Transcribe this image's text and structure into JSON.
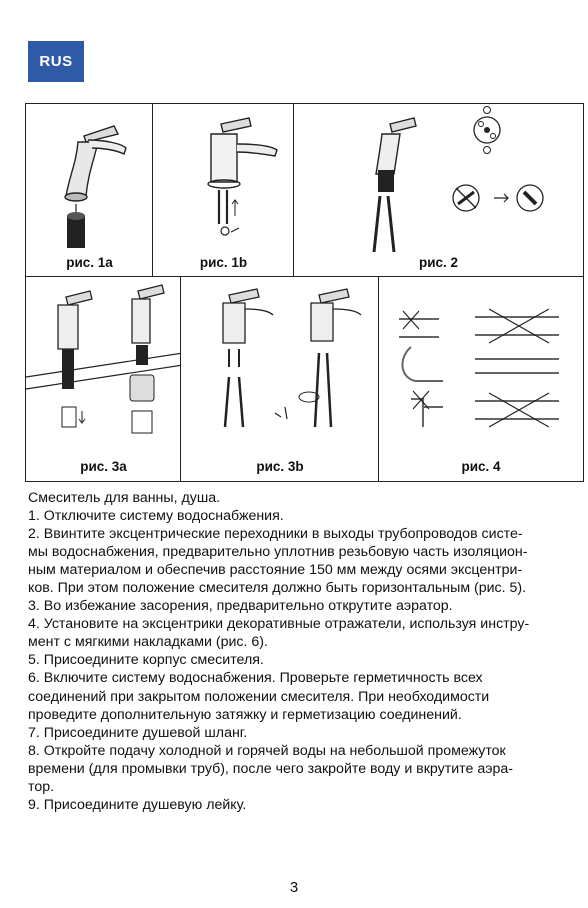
{
  "badge": "RUS",
  "figures": {
    "f1a": "рис. 1a",
    "f1b": "рис. 1b",
    "f2": "рис. 2",
    "f3a": "рис. 3a",
    "f3b": "рис. 3b",
    "f4": "рис. 4"
  },
  "instructions": [
    "Смеситель для ванны, душа.",
    "1. Отключите систему водоснабжения.",
    "2. Ввинтите эксцентрические переходники в выходы трубопроводов систе-",
    "мы водоснабжения, предварительно уплотнив резьбовую часть изоляцион-",
    "ным материалом и обеспечив расстояние 150 мм между осями эксцентри-",
    "ков. При этом положение смесителя должно быть горизонтальным (рис. 5).",
    "3. Во избежание засорения, предварительно открутите аэратор.",
    "4. Установите на эксцентрики декоративные отражатели, используя инстру-",
    "мент с мягкими накладками (рис. 6).",
    "5. Присоедините корпус смесителя.",
    "6. Включите систему водоснабжения. Проверьте герметичность всех",
    "соединений при закрытом положении смесителя. При необходимости",
    "проведите дополнительную затяжку и герметизацию соединений.",
    "7. Присоедините душевой шланг.",
    "8. Откройте подачу холодной и горячей воды на небольшой промежуток",
    "времени (для промывки труб), после чего закройте воду и вкрутите аэра-",
    "тор.",
    "9. Присоедините душевую лейку."
  ],
  "page_number": "3"
}
